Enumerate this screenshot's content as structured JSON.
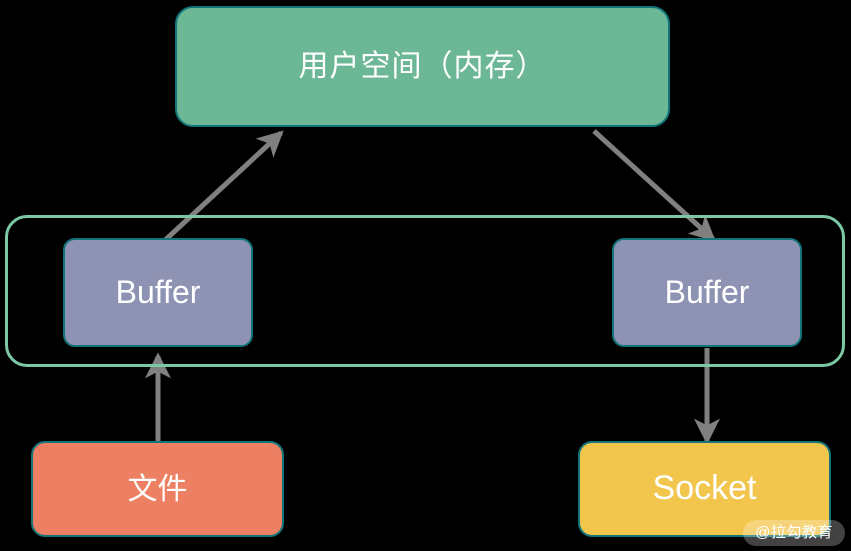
{
  "diagram": {
    "title_text": "用户空间（内存）",
    "background_color": "#000000",
    "nodes": {
      "userspace": {
        "label": "用户空间（内存）",
        "fill": "#6CB796",
        "stroke": "#11757A",
        "text_color": "#FFFFFF"
      },
      "kernel_container": {
        "label": "",
        "fill": "transparent",
        "stroke": "#7CC8A4"
      },
      "buffer_left": {
        "label": "Buffer",
        "fill": "#8E93B4",
        "stroke": "#11757A",
        "text_color": "#FFFFFF"
      },
      "buffer_right": {
        "label": "Buffer",
        "fill": "#8E93B4",
        "stroke": "#11757A",
        "text_color": "#FFFFFF"
      },
      "file": {
        "label": "文件",
        "fill": "#ED8063",
        "stroke": "#11757A",
        "text_color": "#FFFFFF"
      },
      "socket": {
        "label": "Socket",
        "fill": "#F2C64D",
        "stroke": "#11757A",
        "text_color": "#FFFFFF"
      }
    },
    "arrows": [
      {
        "name": "file-to-buffer-left",
        "from": "file",
        "to": "buffer_left",
        "direction": "up",
        "color": "#808080"
      },
      {
        "name": "buffer-left-to-userspace",
        "from": "buffer_left",
        "to": "userspace",
        "direction": "up-right",
        "color": "#808080"
      },
      {
        "name": "userspace-to-buffer-right",
        "from": "userspace",
        "to": "buffer_right",
        "direction": "down-right",
        "color": "#808080"
      },
      {
        "name": "buffer-right-to-socket",
        "from": "buffer_right",
        "to": "socket",
        "direction": "down",
        "color": "#808080"
      }
    ],
    "watermark": {
      "text": "@拉勾教育"
    }
  }
}
